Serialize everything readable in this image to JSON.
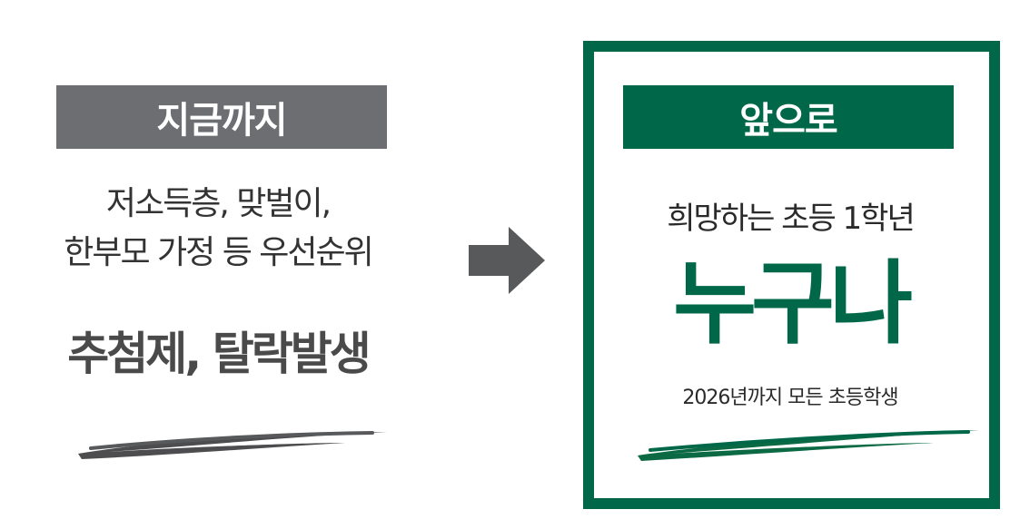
{
  "left": {
    "header": "지금까지",
    "subtitle_line1": "저소득층, 맞벌이,",
    "subtitle_line2": "한부모 가정 등 우선순위",
    "emphasis": "추첨제, 탈락발생"
  },
  "right": {
    "header": "앞으로",
    "subtitle": "희망하는 초등 1학년",
    "big": "누구나",
    "note": "2026년까지 모든 초등학생"
  },
  "colors": {
    "gray_header": "#6d6e71",
    "green": "#006848",
    "arrow": "#58595b"
  },
  "icons": {
    "arrow": "right-arrow-icon",
    "left_stroke": "brush-stroke-gray",
    "right_stroke": "brush-stroke-green"
  }
}
